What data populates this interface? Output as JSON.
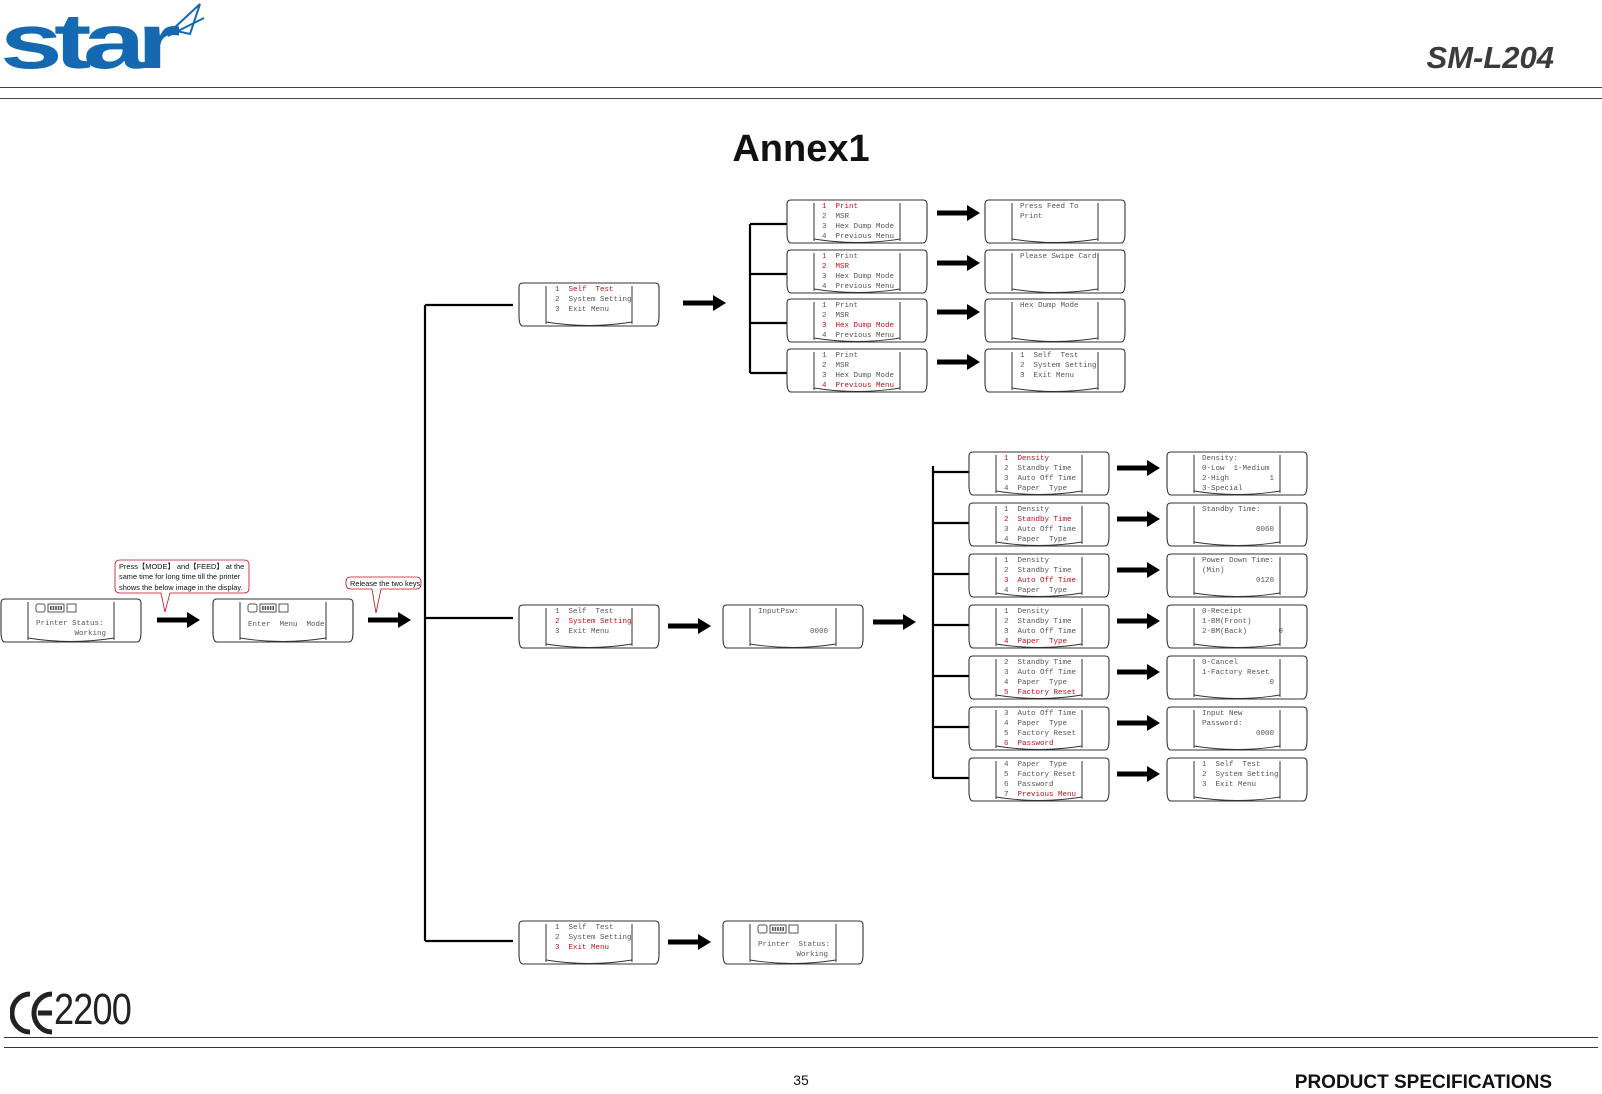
{
  "header": {
    "brand": "star",
    "model": "SM-L204"
  },
  "title": "Annex1",
  "instructions": {
    "press_note": [
      "Press【MODE】 and【FEED】 at the",
      "same time for long time till the printer",
      "shows the below image in the display."
    ],
    "release_note": "Release the two keys"
  },
  "main_screens": {
    "printer_status": [
      "Printer Status:",
      "Working"
    ],
    "enter_menu": "Enter  Menu  Mode",
    "input_psw": [
      "InputPsw:",
      "0000"
    ],
    "final_status": [
      "Printer  Status:",
      "Working"
    ]
  },
  "top_menu": {
    "items": [
      "1  Self  Test",
      "2  System Setting",
      "3  Exit Menu"
    ]
  },
  "self_test_menu": {
    "items": [
      "1  Print",
      "2  MSR",
      "3  Hex Dump Mode",
      "4  Previous Menu"
    ]
  },
  "self_test_results": [
    [
      "Press Feed To",
      "Print"
    ],
    [
      "Please Swipe Card"
    ],
    [
      "Hex Dump Mode"
    ],
    [
      "1  Self  Test",
      "2  System Setting",
      "3  Exit Menu"
    ]
  ],
  "system_menu": {
    "views": [
      {
        "lines": [
          "1  Density",
          "2  Standby Time",
          "3  Auto Off Time",
          "4  Paper  Type"
        ],
        "selected": 0
      },
      {
        "lines": [
          "1  Density",
          "2  Standby Time",
          "3  Auto Off Time",
          "4  Paper  Type"
        ],
        "selected": 1
      },
      {
        "lines": [
          "1  Density",
          "2  Standby Time",
          "3  Auto Off Time",
          "4  Paper  Type"
        ],
        "selected": 2
      },
      {
        "lines": [
          "1  Density",
          "2  Standby Time",
          "3  Auto Off Time",
          "4  Paper  Type"
        ],
        "selected": 3
      },
      {
        "lines": [
          "2  Standby Time",
          "3  Auto Off Time",
          "4  Paper  Type",
          "5  Factory Reset"
        ],
        "selected": 3
      },
      {
        "lines": [
          "3  Auto Off Time",
          "4  Paper  Type",
          "5  Factory Reset",
          "6  Password"
        ],
        "selected": 3
      },
      {
        "lines": [
          "4  Paper  Type",
          "5  Factory Reset",
          "6  Password",
          "7  Previous Menu"
        ],
        "selected": 3
      }
    ]
  },
  "system_results": [
    [
      "Density:",
      "0-Low  1-Medium",
      "2-High         1",
      "3-Special"
    ],
    [
      "Standby Time:",
      "",
      "0060"
    ],
    [
      "Power Down Time:",
      "(Min)",
      "0120"
    ],
    [
      "0-Receipt",
      "1-BM(Front)",
      "2-BM(Back)       0"
    ],
    [
      "0-Cancel",
      "1-Factory Reset",
      "0"
    ],
    [
      "Input New",
      "Password:",
      "0000"
    ],
    [
      "1  Self  Test",
      "2  System Setting",
      "3  Exit Menu"
    ]
  ],
  "footer": {
    "mark": "2200",
    "page_number": "35",
    "doc_label": "PRODUCT SPECIFICATIONS"
  }
}
